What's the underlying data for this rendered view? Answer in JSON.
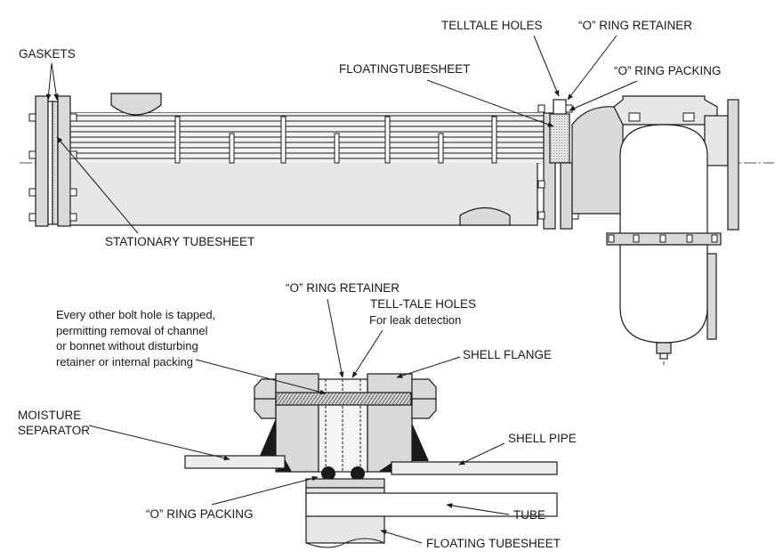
{
  "labels": {
    "gaskets": "GASKETS",
    "telltale_holes": "TELLTALE HOLES",
    "o_ring_retainer_top": "“O” RING RETAINER",
    "floating_tubesheet_top": "FLOATINGTUBESHEET",
    "o_ring_packing_top": "“O” RING PACKING",
    "stationary_tubesheet": "STATIONARY TUBESHEET",
    "o_ring_retainer_detail": "“O” RING RETAINER",
    "tell_tale_holes_detail": "TELL-TALE HOLES",
    "for_leak_detection": "For leak detection",
    "note_line1": "Every other bolt hole is tapped,",
    "note_line2": "permitting removal of channel",
    "note_line3": "or bonnet without disturbing",
    "note_line4": "retainer or internal packing",
    "shell_flange": "SHELL FLANGE",
    "moisture_separator_1": "MOISTURE",
    "moisture_separator_2": "SEPARATOR",
    "shell_pipe": "SHELL PIPE",
    "o_ring_packing_detail": "“O” RING PACKING",
    "tube": "TUBE",
    "floating_tubesheet_detail": "FLOATING TUBESHEET"
  },
  "colors": {
    "line": "#1a1a1a",
    "metal_fill": "#d9d9d9",
    "light_fill": "#ececec",
    "hatch": "#9a9a9a",
    "background": "#ffffff"
  }
}
